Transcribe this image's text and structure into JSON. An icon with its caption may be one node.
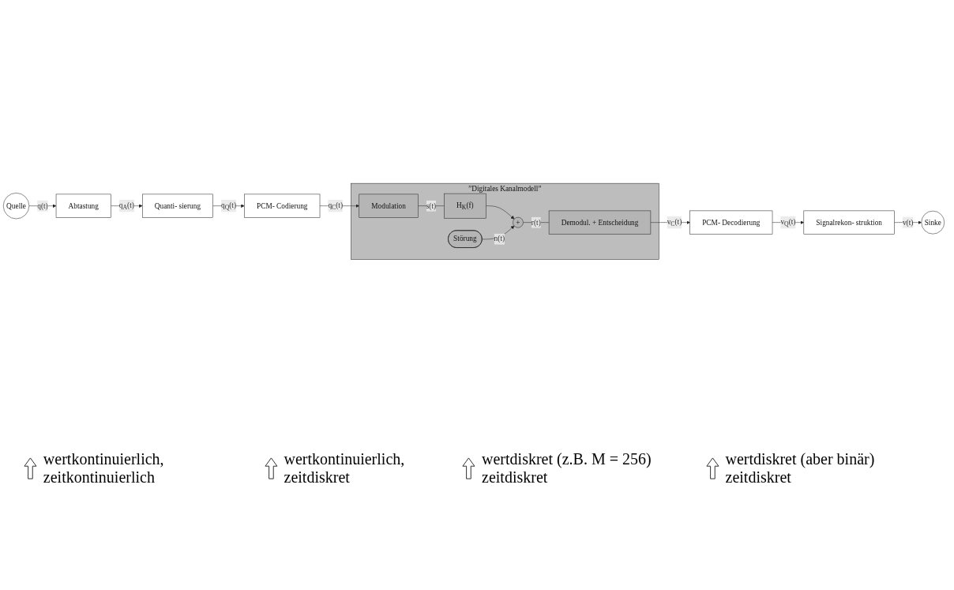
{
  "diagram": {
    "nodes": [
      {
        "text": [
          "Quelle"
        ]
      },
      {
        "text": [
          "Abtastung"
        ]
      },
      {
        "text": [
          "Quanti- sierung"
        ]
      },
      {
        "text": [
          "PCM- Codierung"
        ]
      },
      {
        "text": [
          "”Digitales Kanalmodell”"
        ]
      },
      {
        "text": [
          "Modulation"
        ],
        "in": 4
      },
      {
        "text": [
          "H$_{K}$(f)"
        ],
        "in": 4
      },
      {
        "text": [
          "Störung"
        ],
        "in": 4
      },
      {
        "text": [
          "+"
        ],
        "in": 4
      },
      {
        "text": [
          "Demodul. + Entscheidung"
        ],
        "in": 4
      },
      {
        "text": [
          "PCM- Decodierung"
        ]
      },
      {
        "text": [
          "Signalrekon- struktion"
        ]
      },
      {
        "text": [
          "Sinke"
        ]
      }
    ],
    "edges": [
      {
        "from": 0,
        "to": 1,
        "arrow": "to",
        "label": "q(t)"
      },
      {
        "from": 1,
        "to": 2,
        "arrow": "to",
        "label": "q$_{A}$(t)"
      },
      {
        "from": 2,
        "to": 3,
        "arrow": "to",
        "label": "q$_{Q}$(t)"
      },
      {
        "from": 3,
        "to": 5,
        "arrow": "to",
        "label": "q$_{C}$(t)"
      },
      {
        "from": 5,
        "to": 6,
        "arrow": "none",
        "label": "s(t)"
      },
      {
        "from": 6,
        "to": 8,
        "arrow": "to"
      },
      {
        "from": 7,
        "to": 8,
        "arrow": "to",
        "label": "n(t)"
      },
      {
        "from": 8,
        "to": 9,
        "arrow": "none",
        "label": "r(t)"
      },
      {
        "from": 9,
        "to": 10,
        "arrow": "to",
        "label": "v$_{C}$(t)"
      },
      {
        "from": 10,
        "to": 11,
        "arrow": "to",
        "label": "v$_{Q}$(t)"
      },
      {
        "from": 11,
        "to": 12,
        "arrow": "to",
        "label": "v(t)"
      }
    ],
    "labels": [
      "wertkontinuierlich, zeitkontinuierlich",
      "wertkontinuierlich, zeitdiskret",
      "wertdiskret (z.B. M = 256) zeitdiskret",
      "wertdiskret (aber binär) zeitdiskret"
    ]
  }
}
